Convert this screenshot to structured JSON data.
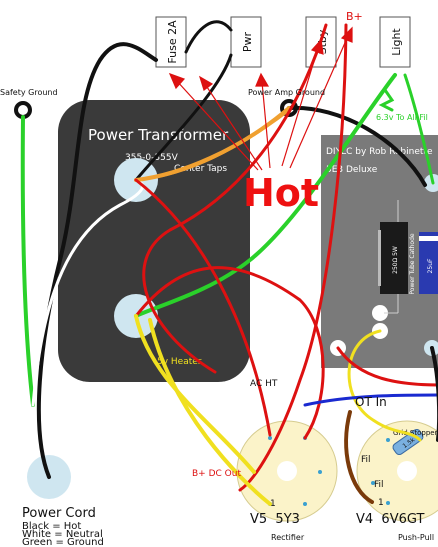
{
  "labels": {
    "fuse": "Fuse 2A",
    "pwr": "Pwr",
    "stby": "Stby",
    "light": "Light",
    "b_plus": "B+",
    "safety_ground": "Safety Ground",
    "power_amp_ground": "Power Amp Ground",
    "filament_feed": "6.3v To All Fil",
    "transformer_title": "Power Transformer",
    "transformer_rating": "355-0-355V",
    "center_taps": "Center Taps",
    "heater_5v": "5v Heater",
    "hot_warning": "Hot",
    "credit": "DIYLC by Rob Robinette",
    "model": "5E3 Deluxe",
    "resistor_value": "250Ω 5W",
    "resistor_desc": "Power Tube Cathode",
    "cap_value": "25uF",
    "ac_ht": "AC HT",
    "b_plus_dc_out": "B+ DC Out",
    "ot_in": "OT In",
    "grid_stopper": "Grid Stopper",
    "grid_stopper_value": "1.5k",
    "fil_a": "Fil",
    "fil_b": "Fil",
    "pin_1_v5": "1",
    "pin_1_v4": "1",
    "v5_title": "V5  5Y3",
    "v5_role": "Rectifier",
    "v4_title": "V4  6V6GT",
    "v4_role": "Push-Pull",
    "power_cord": "Power Cord",
    "cord_black": "Black = Hot",
    "cord_white": "White = Neutral",
    "cord_green": "Green = Ground"
  },
  "colors": {
    "transformer": "#3a3a3a",
    "chassis_board": "#7a7a7a",
    "tube_socket": "#fbf3c9",
    "terminal": "#cfe6f0",
    "wire_red": "#dd1111",
    "wire_black": "#111111",
    "wire_green": "#2ad12a",
    "wire_orange": "#f0a030",
    "wire_yellow": "#f0e020",
    "wire_blue": "#1a2ad0",
    "wire_brown": "#7a3a0a",
    "hot_text": "#ee1111"
  }
}
